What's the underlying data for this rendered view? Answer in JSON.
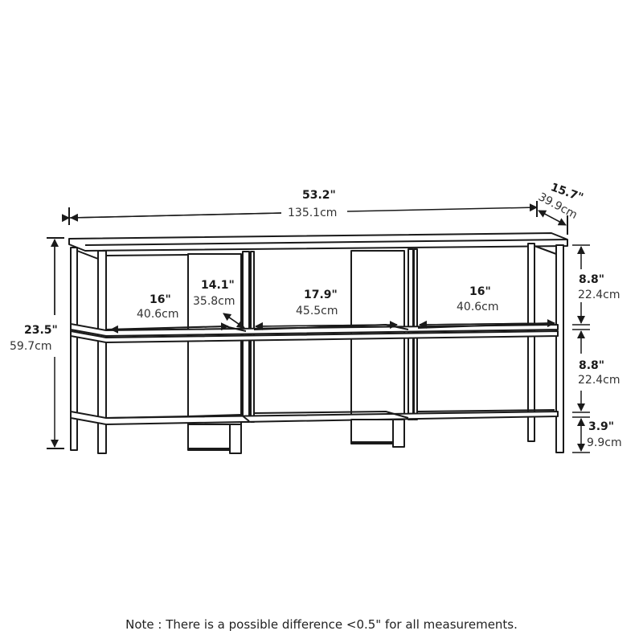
{
  "diagram": {
    "type": "furniture-dimension-drawing",
    "subject": "3-section cube storage console shelf",
    "stroke_color": "#1a1a1a",
    "background": "#ffffff"
  },
  "dimensions": {
    "overall_width": {
      "inches": "53.2\"",
      "cm": "135.1cm"
    },
    "overall_depth": {
      "inches": "15.7\"",
      "cm": "39.9cm"
    },
    "overall_height": {
      "inches": "23.5\"",
      "cm": "59.7cm"
    },
    "left_compartment_width": {
      "inches": "16\"",
      "cm": "40.6cm"
    },
    "shelf_depth": {
      "inches": "14.1\"",
      "cm": "35.8cm"
    },
    "middle_compartment_width": {
      "inches": "17.9\"",
      "cm": "45.5cm"
    },
    "right_compartment_width": {
      "inches": "16\"",
      "cm": "40.6cm"
    },
    "upper_compartment_height": {
      "inches": "8.8\"",
      "cm": "22.4cm"
    },
    "lower_compartment_height": {
      "inches": "8.8\"",
      "cm": "22.4cm"
    },
    "floor_clearance": {
      "inches": "3.9\"",
      "cm": "9.9cm"
    }
  },
  "note": "Note : There is a possible difference <0.5\" for all measurements."
}
